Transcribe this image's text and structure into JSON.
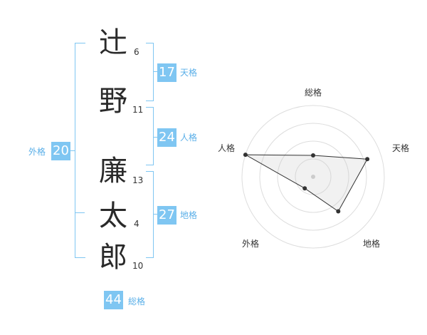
{
  "name": {
    "chars": [
      {
        "char": "辻",
        "strokes": "6"
      },
      {
        "char": "野",
        "strokes": "11"
      },
      {
        "char": "廉",
        "strokes": "13"
      },
      {
        "char": "太",
        "strokes": "4"
      },
      {
        "char": "郎",
        "strokes": "10"
      }
    ]
  },
  "kaku": {
    "tenkaku": {
      "value": "17",
      "label": "天格"
    },
    "jinkaku": {
      "value": "24",
      "label": "人格"
    },
    "chikaku": {
      "value": "27",
      "label": "地格"
    },
    "gaikaku": {
      "value": "20",
      "label": "外格"
    },
    "soukaku": {
      "value": "44",
      "label": "総格"
    }
  },
  "accent_color": "#7fc6f2",
  "chart_data": {
    "type": "radar",
    "axes": [
      "総格",
      "天格",
      "地格",
      "外格",
      "人格"
    ],
    "values": [
      1.5,
      4,
      3,
      1,
      5
    ],
    "max": 5,
    "rings": 4
  }
}
